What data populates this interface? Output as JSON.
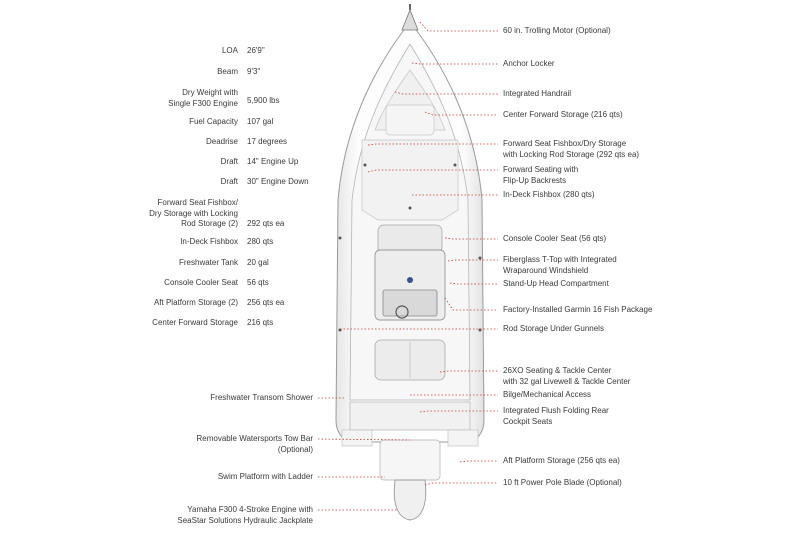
{
  "specs": [
    {
      "label": "LOA",
      "value": "26'9\""
    },
    {
      "label": "Beam",
      "value": "9'3\""
    },
    {
      "label": "Dry Weight with\nSingle F300 Engine",
      "value": "5,900 lbs"
    },
    {
      "label": "Fuel Capacity",
      "value": "107 gal"
    },
    {
      "label": "Deadrise",
      "value": "17 degrees"
    },
    {
      "label": "Draft",
      "value": "14\" Engine Up"
    },
    {
      "label": "Draft",
      "value": "30\" Engine Down"
    },
    {
      "label": "Forward Seat Fishbox/\nDry Storage with Locking\nRod Storage (2)",
      "value": "292 qts ea"
    },
    {
      "label": "In-Deck Fishbox",
      "value": "280 qts"
    },
    {
      "label": "Freshwater Tank",
      "value": "20 gal"
    },
    {
      "label": "Console Cooler Seat",
      "value": "56 qts"
    },
    {
      "label": "Aft Platform Storage (2)",
      "value": "256 qts ea"
    },
    {
      "label": "Center Forward Storage",
      "value": "216 qts"
    }
  ],
  "callouts_right": [
    "60 in. Trolling Motor (Optional)",
    "Anchor Locker",
    "Integrated Handrail",
    "Center Forward Storage (216 qts)",
    "Forward Seat Fishbox/Dry Storage\nwith Locking Rod Storage (292 qts ea)",
    "Forward Seating with\nFlip-Up Backrests",
    "In-Deck Fishbox (280 qts)",
    "Console Cooler Seat (56 qts)",
    "Fiberglass T-Top with Integrated\nWraparound Windshield",
    "Stand-Up Head Compartment",
    "Factory-Installed Garmin 16 Fish Package",
    "Rod Storage Under Gunnels",
    "26XO Seating & Tackle Center\nwith 32 gal Livewell & Tackle Center",
    "Bilge/Mechanical Access",
    "Integrated Flush Folding Rear\nCockpit Seats",
    "Aft Platform Storage (256 qts ea)",
    "10 ft Power Pole Blade (Optional)"
  ],
  "callouts_left": [
    "Freshwater Transom Shower",
    "Removable Watersports Tow Bar\n(Optional)",
    "Swim Platform with Ladder",
    "Yamaha F300 4-Stroke Engine with\nSeaStar Solutions Hydraulic Jackplate"
  ],
  "colors": {
    "leader": "#c0392b",
    "text": "#3a3a3a",
    "hull_stroke": "#9a9a9a",
    "hull_fill": "#fbfbfb"
  }
}
